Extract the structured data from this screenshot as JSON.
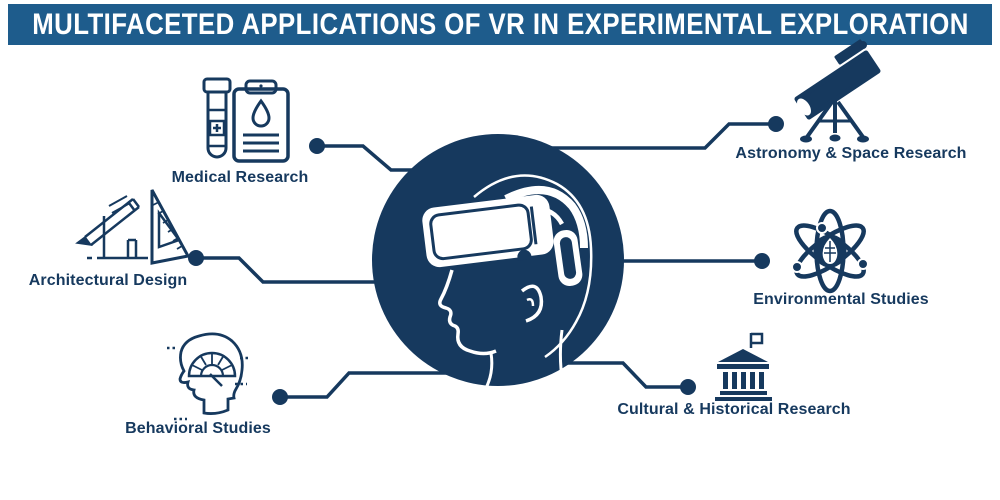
{
  "title": "MULTIFACETED APPLICATIONS OF VR IN EXPERIMENTAL EXPLORATION",
  "colors": {
    "banner_blue": "#1e5c8c",
    "navy": "#16395e",
    "background": "#ffffff",
    "title_text": "#ffffff"
  },
  "center": {
    "icon": "vr-headset-person-icon"
  },
  "nodes": [
    {
      "id": "medical-research",
      "label": "Medical Research",
      "icon": "test-tube-clipboard-icon",
      "side": "left",
      "slot": "top"
    },
    {
      "id": "architectural-design",
      "label": "Architectural Design",
      "icon": "pencil-set-square-house-icon",
      "side": "left",
      "slot": "middle"
    },
    {
      "id": "behavioral-studies",
      "label": "Behavioral Studies",
      "icon": "head-gauge-icon",
      "side": "left",
      "slot": "bottom"
    },
    {
      "id": "astronomy-space-research",
      "label": "Astronomy & Space Research",
      "icon": "telescope-icon",
      "side": "right",
      "slot": "top"
    },
    {
      "id": "environmental-studies",
      "label": "Environmental Studies",
      "icon": "atom-leaf-icon",
      "side": "right",
      "slot": "middle"
    },
    {
      "id": "cultural-historical-research",
      "label": "Cultural & Historical Research",
      "icon": "museum-building-icon",
      "side": "right",
      "slot": "bottom"
    }
  ]
}
